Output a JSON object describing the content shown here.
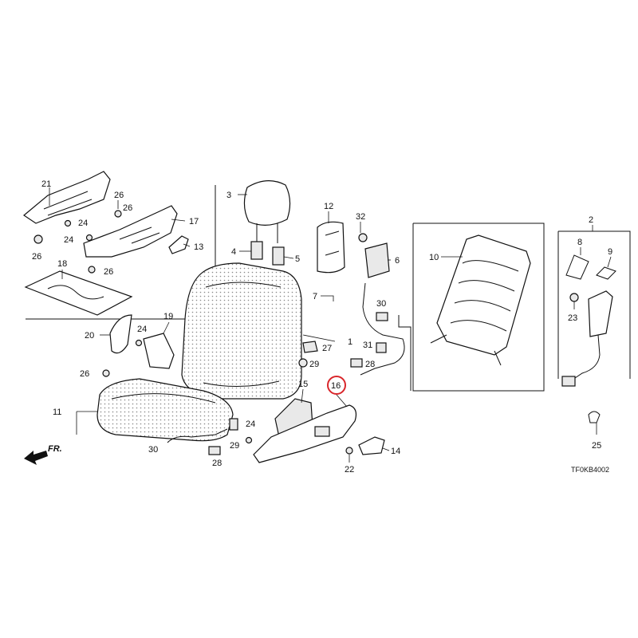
{
  "diagram": {
    "doc_code": "TF0KB4002",
    "front_label": "FR.",
    "highlight_color": "#d9262b",
    "highlighted_callout": "16",
    "callouts": [
      {
        "id": "c1",
        "label": "1"
      },
      {
        "id": "c2",
        "label": "2"
      },
      {
        "id": "c3",
        "label": "3"
      },
      {
        "id": "c4",
        "label": "4"
      },
      {
        "id": "c5",
        "label": "5"
      },
      {
        "id": "c6",
        "label": "6"
      },
      {
        "id": "c7",
        "label": "7"
      },
      {
        "id": "c8",
        "label": "8"
      },
      {
        "id": "c9",
        "label": "9"
      },
      {
        "id": "c10",
        "label": "10"
      },
      {
        "id": "c11",
        "label": "11"
      },
      {
        "id": "c12",
        "label": "12"
      },
      {
        "id": "c13",
        "label": "13"
      },
      {
        "id": "c14",
        "label": "14"
      },
      {
        "id": "c15",
        "label": "15"
      },
      {
        "id": "c16",
        "label": "16"
      },
      {
        "id": "c17",
        "label": "17"
      },
      {
        "id": "c18",
        "label": "18"
      },
      {
        "id": "c19",
        "label": "19"
      },
      {
        "id": "c20",
        "label": "20"
      },
      {
        "id": "c21",
        "label": "21"
      },
      {
        "id": "c22",
        "label": "22"
      },
      {
        "id": "c23",
        "label": "23"
      },
      {
        "id": "c24a",
        "label": "24"
      },
      {
        "id": "c24b",
        "label": "24"
      },
      {
        "id": "c24c",
        "label": "24"
      },
      {
        "id": "c24d",
        "label": "24"
      },
      {
        "id": "c25",
        "label": "25"
      },
      {
        "id": "c26a",
        "label": "26"
      },
      {
        "id": "c26b",
        "label": "26"
      },
      {
        "id": "c26c",
        "label": "26"
      },
      {
        "id": "c26d",
        "label": "26"
      },
      {
        "id": "c26e",
        "label": "26"
      },
      {
        "id": "c27",
        "label": "27"
      },
      {
        "id": "c28a",
        "label": "28"
      },
      {
        "id": "c28b",
        "label": "28"
      },
      {
        "id": "c29a",
        "label": "29"
      },
      {
        "id": "c29b",
        "label": "29"
      },
      {
        "id": "c30a",
        "label": "30"
      },
      {
        "id": "c30b",
        "label": "30"
      },
      {
        "id": "c31",
        "label": "31"
      },
      {
        "id": "c32",
        "label": "32"
      }
    ]
  }
}
